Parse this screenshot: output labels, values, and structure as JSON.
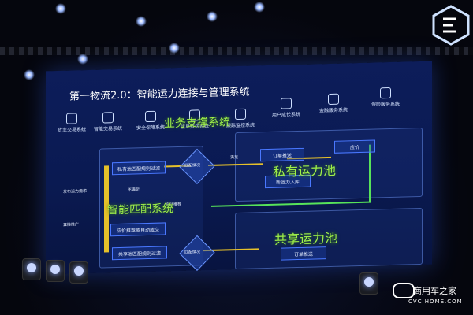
{
  "slide": {
    "title": "第一物流2.0：智能运力连接与管理系统",
    "nav": [
      {
        "label": "货主交易系统",
        "icon": "truck-icon"
      },
      {
        "label": "智能交易系统",
        "icon": "trade-icon"
      },
      {
        "label": "安全保障系统",
        "icon": "shield-icon"
      },
      {
        "label": "信息推送系统",
        "icon": "bell-icon"
      },
      {
        "label": "跟踪监控系统",
        "icon": "monitor-icon"
      },
      {
        "label": "用户成长系统",
        "icon": "users-icon"
      },
      {
        "label": "金融服务系统",
        "icon": "globe-icon"
      },
      {
        "label": "保险服务系统",
        "icon": "umbrella-icon"
      }
    ],
    "overlay_labels": {
      "business": "业务支撑系统",
      "private_pool": "私有运力池",
      "smart_match": "智能匹配系统",
      "shared_pool": "共享运力池"
    },
    "flow": {
      "publish": "发布运力需求",
      "private_filter": "私有池匹配规则过滤",
      "match1": "匹配情况",
      "satisfy": "满足",
      "order_push1": "订单推送",
      "quote": "应价",
      "new_pool": "新运力入库",
      "not_satisfy": "不满足",
      "direct": "直接推广",
      "auto_recommend": "自动推荐",
      "recommend_box": "应价推荐或自动成交",
      "shared_filter": "共享池匹配规则过滤",
      "match2": "匹配情况",
      "order_push2": "订单推送"
    }
  },
  "watermark": {
    "cn": "商用车之家",
    "en": "CVC HOME.COM"
  }
}
